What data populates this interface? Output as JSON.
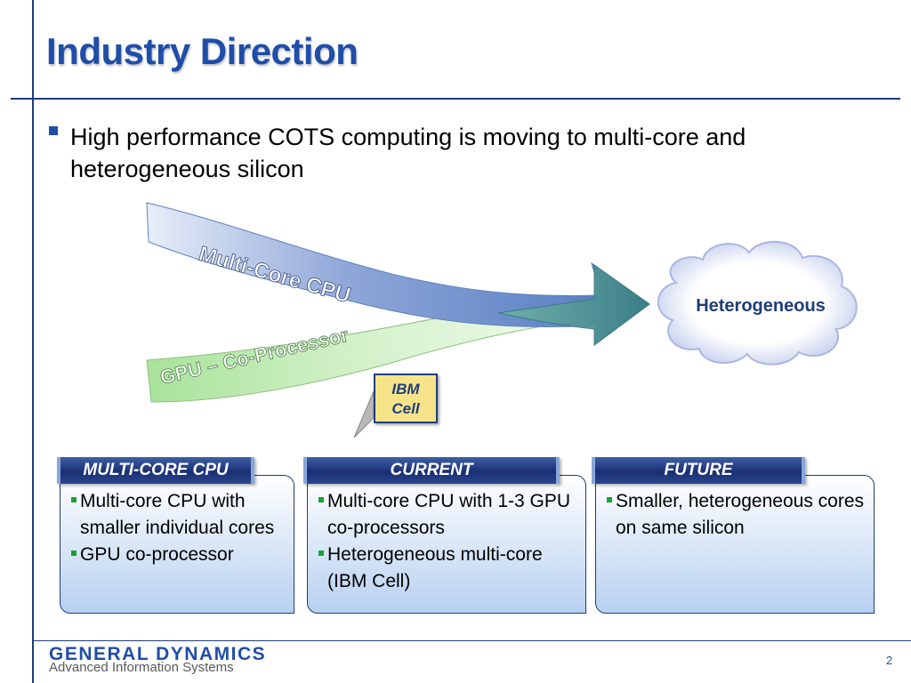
{
  "slide": {
    "title": "Industry Direction",
    "bullet": "High performance COTS computing is moving to multi-core and heterogeneous silicon",
    "page_number": "2"
  },
  "diagram": {
    "arrow_top_label": "Multi-Core CPU",
    "arrow_bottom_label": "GPU – Co-Processor",
    "cloud_label": "Heterogeneous",
    "callout_line1": "IBM",
    "callout_line2": "Cell",
    "colors": {
      "arrow_top": "#7f9ad1",
      "arrow_bottom": "#9fdc8e",
      "arrow_merge": "#4f9a88",
      "cloud_text": "#1f3d7a",
      "callout_fill": "#f7e48a"
    }
  },
  "boxes": [
    {
      "header": "MULTI-CORE CPU",
      "items": [
        "Multi-core CPU with smaller individual cores",
        "GPU co-processor"
      ]
    },
    {
      "header": "CURRENT",
      "items": [
        "Multi-core CPU with 1-3 GPU co-processors",
        "Heterogeneous multi-core (IBM Cell)"
      ]
    },
    {
      "header": "FUTURE",
      "items": [
        "Smaller, heterogeneous cores on same silicon"
      ]
    }
  ],
  "footer": {
    "logo": "GENERAL DYNAMICS",
    "subtitle": "Advanced Information Systems"
  }
}
